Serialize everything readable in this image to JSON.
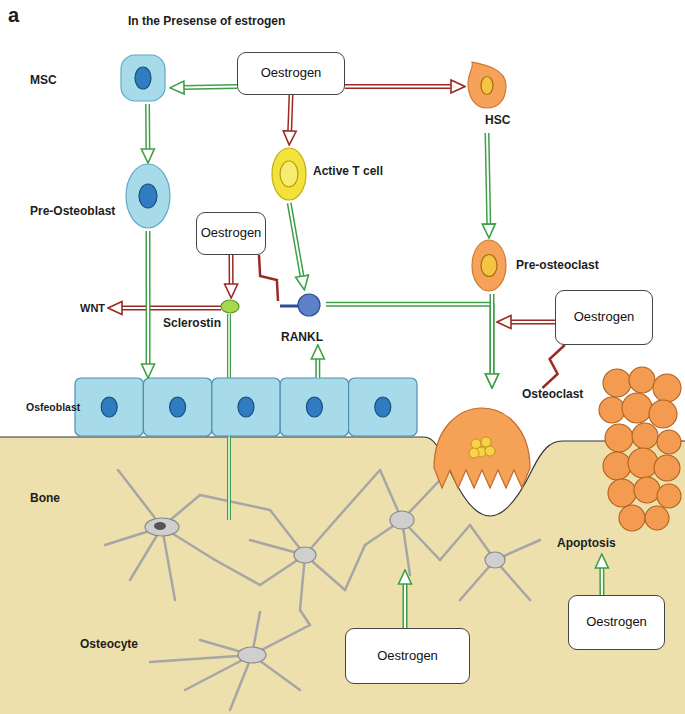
{
  "diagram": {
    "title": "In the Presense of estrogen",
    "nodes": [
      {
        "text": [
          "Oestrogen"
        ]
      },
      {
        "text": [
          "MSC"
        ]
      },
      {
        "text": [
          "HSC"
        ]
      },
      {
        "text": [
          "Active T cell"
        ]
      },
      {
        "text": [
          "Pre-Osteoblast"
        ]
      },
      {
        "text": [
          "Oestrogen"
        ]
      },
      {
        "text": [
          "Pre-osteoclast"
        ]
      },
      {
        "text": [
          "Sclerostin"
        ]
      },
      {
        "text": [
          "RANKL"
        ]
      },
      {
        "text": [
          "Oestrogen"
        ]
      },
      {
        "text": [
          "Osteoclast"
        ]
      },
      {
        "text": [
          "Osfeoblast"
        ]
      },
      {
        "text": [
          "Oestrogen"
        ]
      },
      {
        "text": [
          "Oestrogen"
        ]
      },
      {
        "text": [
          "Apoptosis"
        ]
      }
    ],
    "edges": [
      {
        "from": 0,
        "to": 1,
        "arrow": "to"
      },
      {
        "from": 0,
        "to": 2,
        "arrow": "to"
      },
      {
        "from": 0,
        "to": 3,
        "arrow": "to"
      },
      {
        "from": 1,
        "to": 4,
        "arrow": "to"
      },
      {
        "from": 4,
        "to": 11,
        "arrow": "to"
      },
      {
        "from": 3,
        "to": 8,
        "arrow": "to"
      },
      {
        "from": 5,
        "to": 7,
        "arrow": "to"
      },
      {
        "from": 5,
        "to": 8,
        "arrow": "none"
      },
      {
        "from": 11,
        "to": 8,
        "arrow": "to"
      },
      {
        "from": 8,
        "to": 10,
        "arrow": "to"
      },
      {
        "from": 2,
        "to": 6,
        "arrow": "to"
      },
      {
        "from": 6,
        "to": 10,
        "arrow": "to"
      },
      {
        "from": 9,
        "to": 10,
        "arrow": "none"
      },
      {
        "from": 13,
        "to": 14,
        "arrow": "to"
      }
    ],
    "labels": [
      "a",
      "WNT",
      "Bone",
      "Osteocyte"
    ]
  }
}
